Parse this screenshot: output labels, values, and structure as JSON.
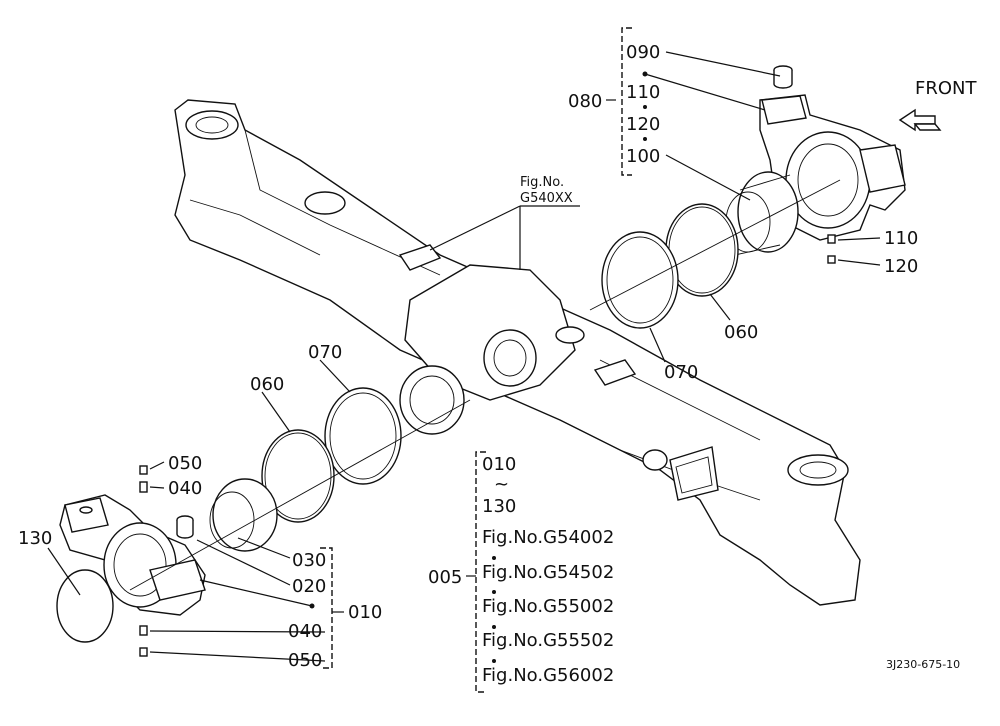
{
  "front_label": "FRONT",
  "figure_code": "3J230-675-10",
  "ref_fig": {
    "line1": "Fig.No.",
    "line2": "G540XX"
  },
  "callouts": {
    "c090_top": "090",
    "c110_top": "110",
    "c120_top": "120",
    "c100": "100",
    "c080": "080",
    "c110_right": "110",
    "c120_right": "120",
    "c070_right": "070",
    "c060_right": "060",
    "c070_left": "070",
    "c060_left": "060",
    "c050_top": "050",
    "c040_top": "040",
    "c130": "130",
    "c030": "030",
    "c020": "020",
    "c010": "010",
    "c040_bot": "040",
    "c050_bot": "050"
  },
  "range_box": {
    "from": "010",
    "tilde": "~",
    "to": "130"
  },
  "group_label": "005",
  "fig_refs": [
    "Fig.No.G54002",
    "Fig.No.G54502",
    "Fig.No.G55002",
    "Fig.No.G55502",
    "Fig.No.G56002"
  ]
}
